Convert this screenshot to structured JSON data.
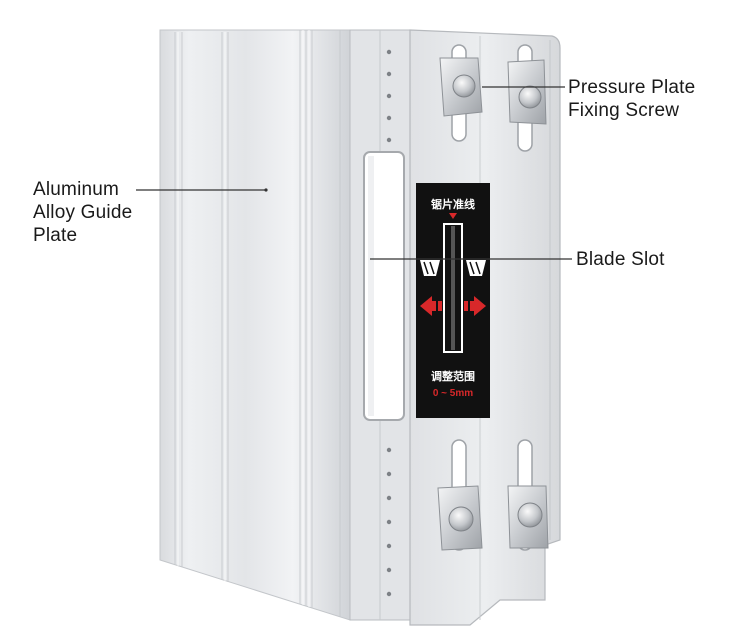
{
  "callouts": {
    "aluminum_guide_plate": [
      "Aluminum",
      "Alloy Guide",
      "Plate"
    ],
    "pressure_plate_screw": [
      "Pressure Plate",
      "Fixing Screw"
    ],
    "blade_slot": [
      "Blade Slot"
    ]
  },
  "label_panel": {
    "title": "锯片准线",
    "range_label": "调整范围",
    "range_value": "0 ~ 5mm"
  },
  "colors": {
    "background": "#ffffff",
    "aluminum_light": "#e9eaec",
    "aluminum_mid": "#cfd1d4",
    "aluminum_dark": "#a9acb0",
    "panel_black": "#111111",
    "accent_red": "#d8282a",
    "leader_line": "#333333"
  }
}
